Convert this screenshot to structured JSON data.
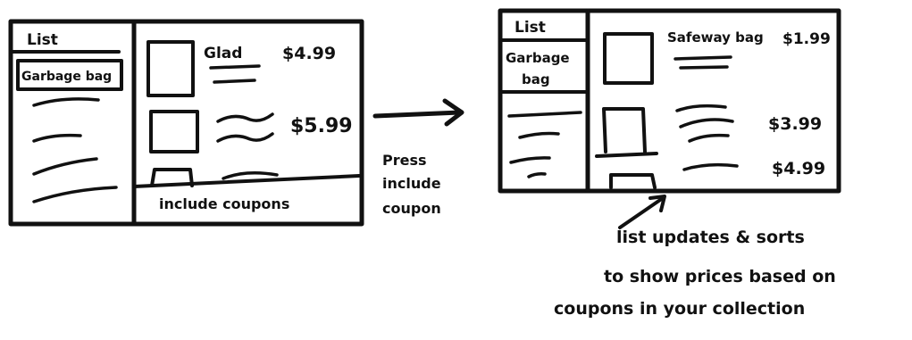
{
  "before": {
    "sidebar_title": "List",
    "selected_item": "Garbage bag",
    "items": [
      {
        "name": "Glad",
        "price": "$4.99"
      },
      {
        "name": "",
        "price": "$5.99"
      },
      {
        "name": "",
        "price": ""
      }
    ],
    "footer_button": "include coupons"
  },
  "transition_note": "Press include coupon",
  "after": {
    "sidebar_title": "List",
    "selected_item_line1": "Garbage",
    "selected_item_line2": "bag",
    "items": [
      {
        "name": "Safeway bag",
        "price": "$1.99"
      },
      {
        "name": "",
        "price": "$3.99"
      },
      {
        "name": "",
        "price": "$4.99"
      }
    ]
  },
  "annotation": {
    "line1": "list updates & sorts",
    "line2": "to show prices based on",
    "line3": "coupons in your collection"
  }
}
